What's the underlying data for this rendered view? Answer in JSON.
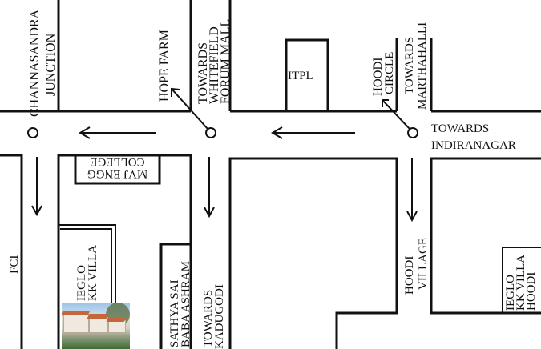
{
  "map": {
    "labels": {
      "channasandra": "CHANNASANDRA",
      "junction": "JUNCTION",
      "hope_farm": "HOPE FARM",
      "towards_1": "TOWARDS",
      "whitefield": "WHITEFIELD",
      "forum_mall": "FORUM MALL",
      "itpl": "ITPL",
      "hoodi": "HOODI",
      "circle": "CIRCLE",
      "towards_2": "TOWARDS",
      "marthahalli": "MARTHAHALLI",
      "towards_3": "TOWARDS",
      "indiranagar": "INDIRANAGAR",
      "college": "COLLEGE",
      "mvj_engg": "MVJ ENGG",
      "fci": "FCI",
      "ieglo_1": "IEGLO",
      "kk_villa_1": "KK VILLA",
      "sathya_sai": "SATHYA SAI",
      "baba_ashram": "BABA ASHRAM",
      "towards_4": "TOWARDS",
      "kadugodi": "KADUGODI",
      "hoodi_2": "HOODI",
      "village": "VILLAGE",
      "ieglo_2": "IEGLO",
      "kk_villa_2": "KK VILLA",
      "hoodi_3": "HOODI"
    },
    "colors": {
      "ink": "#111111",
      "background": "#ffffff"
    },
    "icons": [
      "junction-circle-icon",
      "arrow-left-icon",
      "arrow-down-icon",
      "pointer-arrow-icon"
    ]
  }
}
